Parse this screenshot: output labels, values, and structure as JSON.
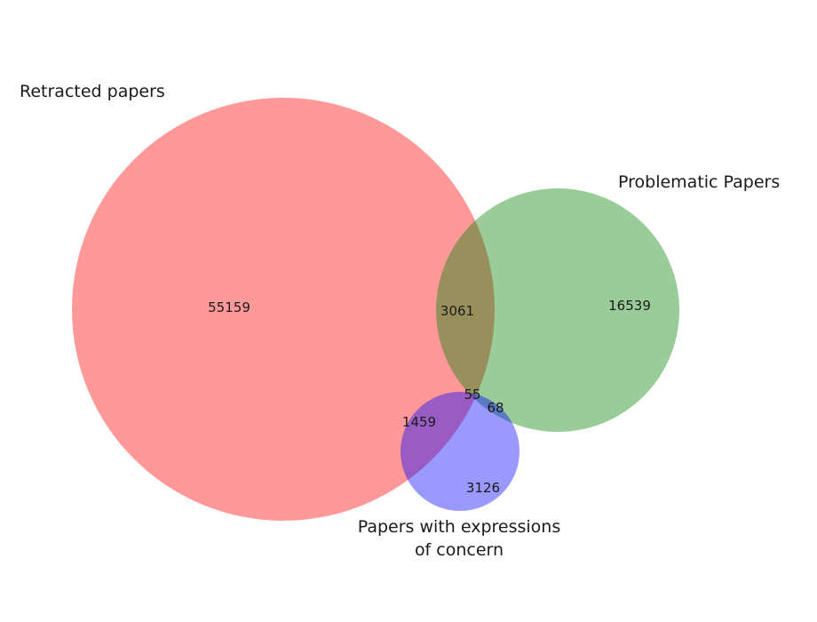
{
  "chart_data": {
    "type": "venn3",
    "sets": [
      {
        "name": "Retracted papers",
        "color": "#ff0000"
      },
      {
        "name": "Problematic Papers",
        "color": "#008000"
      },
      {
        "name": "Papers with expressions of concern",
        "label_lines": [
          "Papers with expressions",
          "of concern"
        ],
        "color": "#0000ff"
      }
    ],
    "regions": {
      "retracted_only": 55159,
      "problematic_only": 16539,
      "concern_only": 3126,
      "retracted_and_problematic": 3061,
      "retracted_and_concern": 1459,
      "problematic_and_concern": 68,
      "all_three": 55
    },
    "region_labels": {
      "retracted_only": "55159",
      "problematic_only": "16539",
      "concern_only": "3126",
      "retracted_and_problematic": "3061",
      "retracted_and_concern": "1459",
      "problematic_and_concern": "68",
      "all_three": "55"
    },
    "alpha": 0.4
  }
}
